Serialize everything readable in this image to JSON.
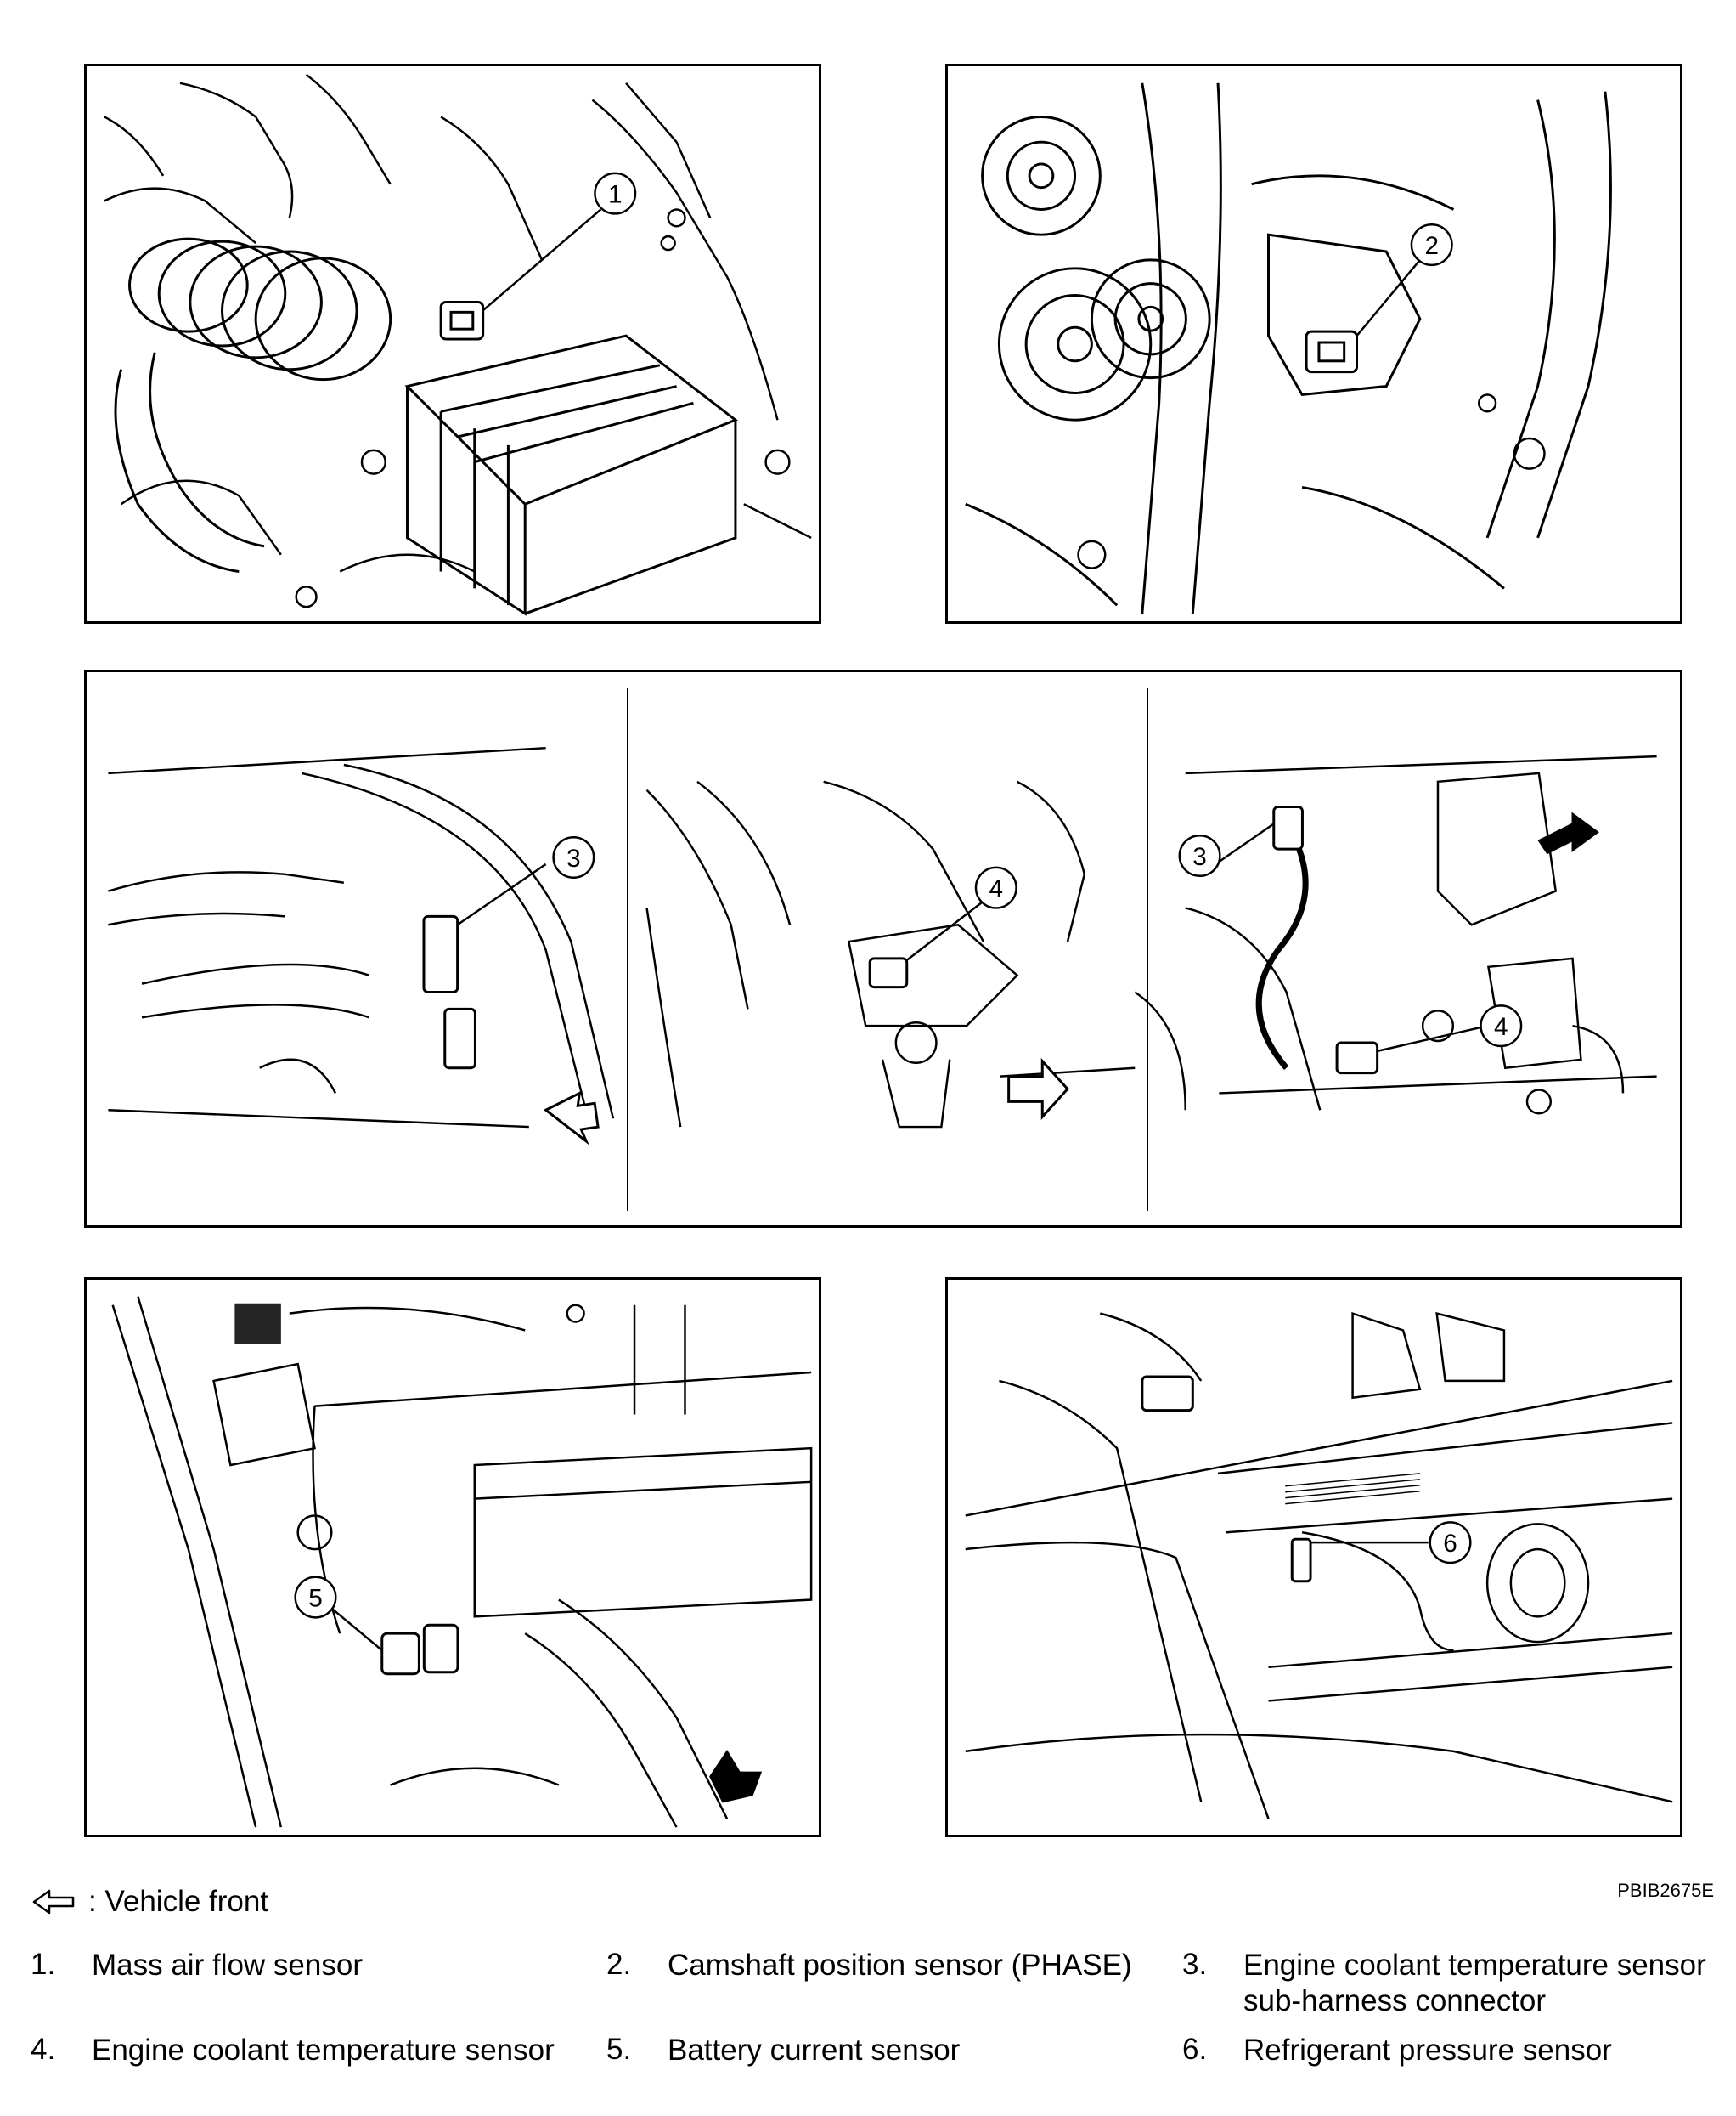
{
  "callouts": [
    "1",
    "2",
    "3",
    "4",
    "3",
    "4",
    "5",
    "6"
  ],
  "reference_code": "PBIB2675E",
  "legend": {
    "symbol": "arrow-left-icon",
    "text": ": Vehicle front"
  },
  "items": [
    {
      "num": "1.",
      "text": "Mass air flow sensor"
    },
    {
      "num": "2.",
      "text": "Camshaft position sensor (PHASE)"
    },
    {
      "num": "3.",
      "text": "Engine coolant temperature sensor",
      "text2": "sub-harness connector"
    },
    {
      "num": "4.",
      "text": "Engine coolant temperature sensor"
    },
    {
      "num": "5.",
      "text": "Battery current sensor"
    },
    {
      "num": "6.",
      "text": "Refrigerant pressure sensor"
    }
  ]
}
